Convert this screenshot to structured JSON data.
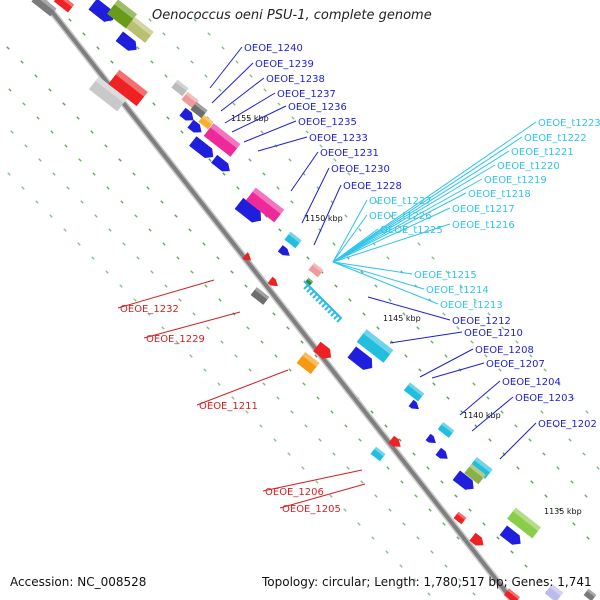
{
  "title": "Oenococcus oeni PSU-1, complete genome",
  "footer": {
    "accession": "Accession: NC_008528",
    "topology": "Topology: circular; Length: 1,780,517 bp; Genes: 1,741"
  },
  "colors": {
    "backbone": "#7f7f7f",
    "dots": "#2e8b2e",
    "blue_label": "#1f1fd6",
    "cyan_label": "#2fc4ee",
    "red_label": "#d42020"
  },
  "scale_marks": [
    "1155 kbp",
    "1150 kbp",
    "1145 kbp",
    "1140 kbp",
    "1135 kbp"
  ],
  "labels_blue": [
    "OEOE_1240",
    "OEOE_1239",
    "OEOE_1238",
    "OEOE_1237",
    "OEOE_1236",
    "OEOE_1235",
    "OEOE_1233",
    "OEOE_1231",
    "OEOE_1230",
    "OEOE_1228",
    "OEOE_1212",
    "OEOE_1210",
    "OEOE_1208",
    "OEOE_1207",
    "OEOE_1204",
    "OEOE_1203",
    "OEOE_1202"
  ],
  "labels_cyan": [
    "OEOE_t1223",
    "OEOE_t1222",
    "OEOE_t1221",
    "OEOE_t1220",
    "OEOE_t1219",
    "OEOE_t1218",
    "OEOE_t1227",
    "OEOE_t1217",
    "OEOE_t1226",
    "OEOE_t1216",
    "OEOE_t1225",
    "OEOE_t1215",
    "OEOE_t1214",
    "OEOE_t1213"
  ],
  "labels_red": [
    "OEOE_1232",
    "OEOE_1229",
    "OEOE_1211",
    "OEOE_1206",
    "OEOE_1205"
  ]
}
